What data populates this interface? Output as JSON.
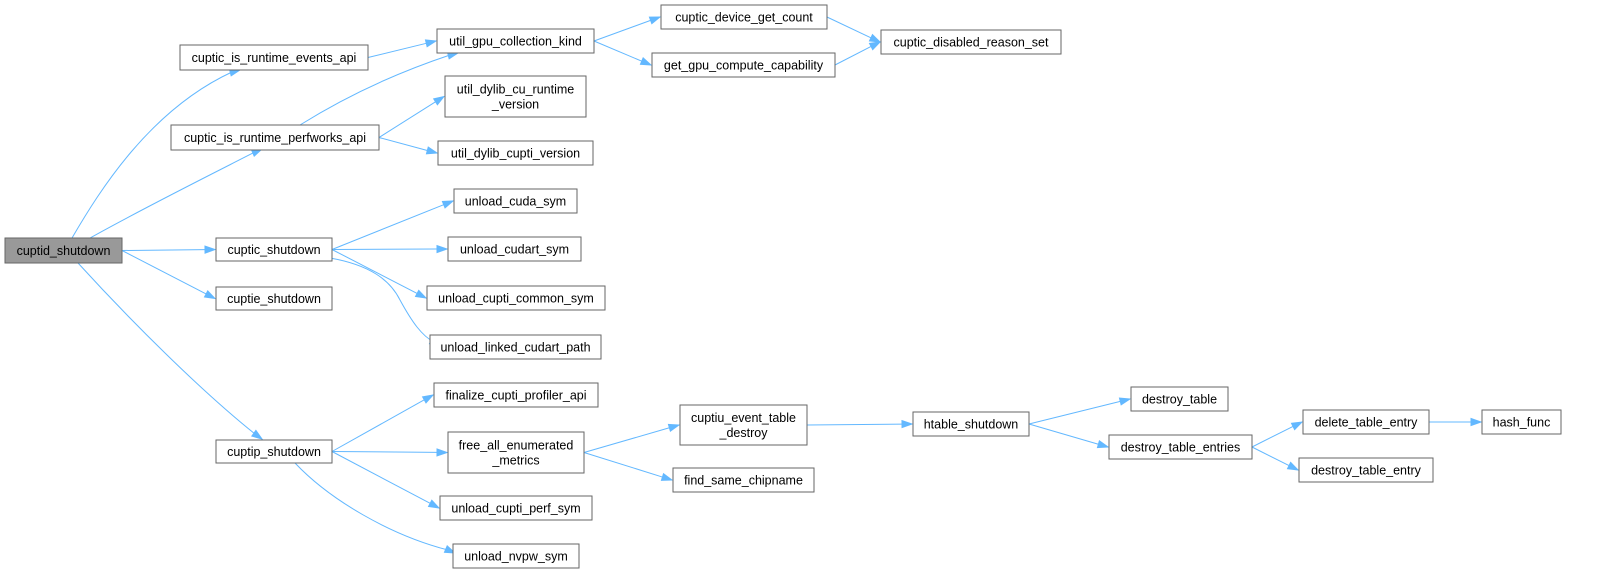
{
  "graph": {
    "root": "cuptid_shutdown",
    "colors": {
      "edge": "#63b8ff",
      "root_fill": "#999999",
      "node_fill": "#ffffff",
      "node_border": "#666666"
    },
    "nodes": [
      {
        "id": "cuptid_shutdown",
        "lines": [
          "cuptid_shutdown"
        ]
      },
      {
        "id": "cuptic_is_runtime_events_api",
        "lines": [
          "cuptic_is_runtime_events_api"
        ]
      },
      {
        "id": "cuptic_is_runtime_perfworks_api",
        "lines": [
          "cuptic_is_runtime_perfworks_api"
        ]
      },
      {
        "id": "cuptic_shutdown",
        "lines": [
          "cuptic_shutdown"
        ]
      },
      {
        "id": "cuptie_shutdown",
        "lines": [
          "cuptie_shutdown"
        ]
      },
      {
        "id": "cuptip_shutdown",
        "lines": [
          "cuptip_shutdown"
        ]
      },
      {
        "id": "util_gpu_collection_kind",
        "lines": [
          "util_gpu_collection_kind"
        ]
      },
      {
        "id": "util_dylib_cu_runtime_version",
        "lines": [
          "util_dylib_cu_runtime",
          "_version"
        ]
      },
      {
        "id": "util_dylib_cupti_version",
        "lines": [
          "util_dylib_cupti_version"
        ]
      },
      {
        "id": "unload_cuda_sym",
        "lines": [
          "unload_cuda_sym"
        ]
      },
      {
        "id": "unload_cudart_sym",
        "lines": [
          "unload_cudart_sym"
        ]
      },
      {
        "id": "unload_cupti_common_sym",
        "lines": [
          "unload_cupti_common_sym"
        ]
      },
      {
        "id": "unload_linked_cudart_path",
        "lines": [
          "unload_linked_cudart_path"
        ]
      },
      {
        "id": "finalize_cupti_profiler_api",
        "lines": [
          "finalize_cupti_profiler_api"
        ]
      },
      {
        "id": "free_all_enumerated_metrics",
        "lines": [
          "free_all_enumerated",
          "_metrics"
        ]
      },
      {
        "id": "unload_cupti_perf_sym",
        "lines": [
          "unload_cupti_perf_sym"
        ]
      },
      {
        "id": "unload_nvpw_sym",
        "lines": [
          "unload_nvpw_sym"
        ]
      },
      {
        "id": "cuptic_device_get_count",
        "lines": [
          "cuptic_device_get_count"
        ]
      },
      {
        "id": "get_gpu_compute_capability",
        "lines": [
          "get_gpu_compute_capability"
        ]
      },
      {
        "id": "cuptic_disabled_reason_set",
        "lines": [
          "cuptic_disabled_reason_set"
        ]
      },
      {
        "id": "cuptiu_event_table_destroy",
        "lines": [
          "cuptiu_event_table",
          "_destroy"
        ]
      },
      {
        "id": "find_same_chipname",
        "lines": [
          "find_same_chipname"
        ]
      },
      {
        "id": "htable_shutdown",
        "lines": [
          "htable_shutdown"
        ]
      },
      {
        "id": "destroy_table",
        "lines": [
          "destroy_table"
        ]
      },
      {
        "id": "destroy_table_entries",
        "lines": [
          "destroy_table_entries"
        ]
      },
      {
        "id": "delete_table_entry",
        "lines": [
          "delete_table_entry"
        ]
      },
      {
        "id": "destroy_table_entry",
        "lines": [
          "destroy_table_entry"
        ]
      },
      {
        "id": "hash_func",
        "lines": [
          "hash_func"
        ]
      }
    ],
    "edges": [
      [
        "cuptid_shutdown",
        "cuptic_is_runtime_events_api"
      ],
      [
        "cuptid_shutdown",
        "cuptic_is_runtime_perfworks_api"
      ],
      [
        "cuptid_shutdown",
        "cuptic_shutdown"
      ],
      [
        "cuptid_shutdown",
        "cuptie_shutdown"
      ],
      [
        "cuptid_shutdown",
        "cuptip_shutdown"
      ],
      [
        "cuptic_is_runtime_events_api",
        "util_gpu_collection_kind"
      ],
      [
        "cuptic_is_runtime_perfworks_api",
        "util_gpu_collection_kind"
      ],
      [
        "cuptic_is_runtime_perfworks_api",
        "util_dylib_cu_runtime_version"
      ],
      [
        "cuptic_is_runtime_perfworks_api",
        "util_dylib_cupti_version"
      ],
      [
        "util_gpu_collection_kind",
        "cuptic_device_get_count"
      ],
      [
        "util_gpu_collection_kind",
        "get_gpu_compute_capability"
      ],
      [
        "cuptic_device_get_count",
        "cuptic_disabled_reason_set"
      ],
      [
        "get_gpu_compute_capability",
        "cuptic_disabled_reason_set"
      ],
      [
        "cuptic_shutdown",
        "unload_cuda_sym"
      ],
      [
        "cuptic_shutdown",
        "unload_cudart_sym"
      ],
      [
        "cuptic_shutdown",
        "unload_cupti_common_sym"
      ],
      [
        "cuptic_shutdown",
        "unload_linked_cudart_path"
      ],
      [
        "cuptip_shutdown",
        "finalize_cupti_profiler_api"
      ],
      [
        "cuptip_shutdown",
        "free_all_enumerated_metrics"
      ],
      [
        "cuptip_shutdown",
        "unload_cupti_perf_sym"
      ],
      [
        "cuptip_shutdown",
        "unload_nvpw_sym"
      ],
      [
        "free_all_enumerated_metrics",
        "cuptiu_event_table_destroy"
      ],
      [
        "free_all_enumerated_metrics",
        "find_same_chipname"
      ],
      [
        "cuptiu_event_table_destroy",
        "htable_shutdown"
      ],
      [
        "htable_shutdown",
        "destroy_table"
      ],
      [
        "htable_shutdown",
        "destroy_table_entries"
      ],
      [
        "destroy_table_entries",
        "delete_table_entry"
      ],
      [
        "destroy_table_entries",
        "destroy_table_entry"
      ],
      [
        "delete_table_entry",
        "hash_func"
      ]
    ]
  }
}
